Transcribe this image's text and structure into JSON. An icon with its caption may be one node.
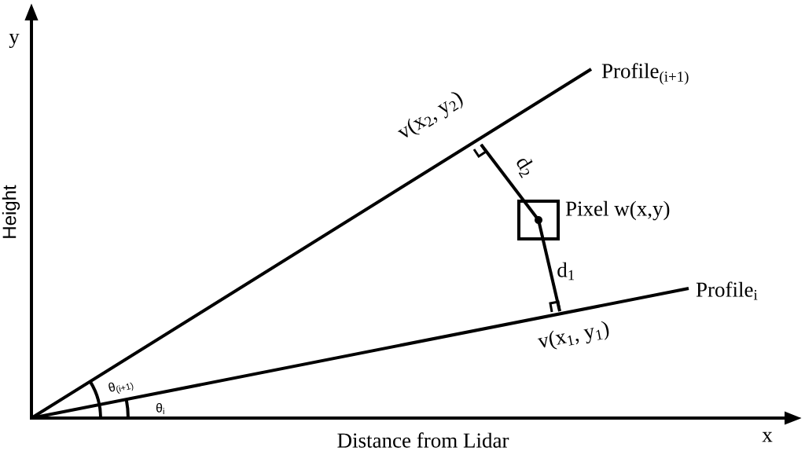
{
  "diagram": {
    "nodes": [
      {
        "text": [],
        "shape": "box",
        "beside": [
          "Pixel w(x,y)"
        ]
      }
    ],
    "labels": [
      "y",
      "Height",
      "Profile$_{(i+1)}$",
      "v(x$_{2}$, y$_{2}$)",
      "d$_{2}$",
      "d$_{1}$",
      "Profile$_{i}$",
      "v(x$_{1}$, y$_{1}$)",
      "θ$_{(i+1)}$",
      "θ$_{i}$",
      "x",
      "Distance from Lidar"
    ]
  }
}
